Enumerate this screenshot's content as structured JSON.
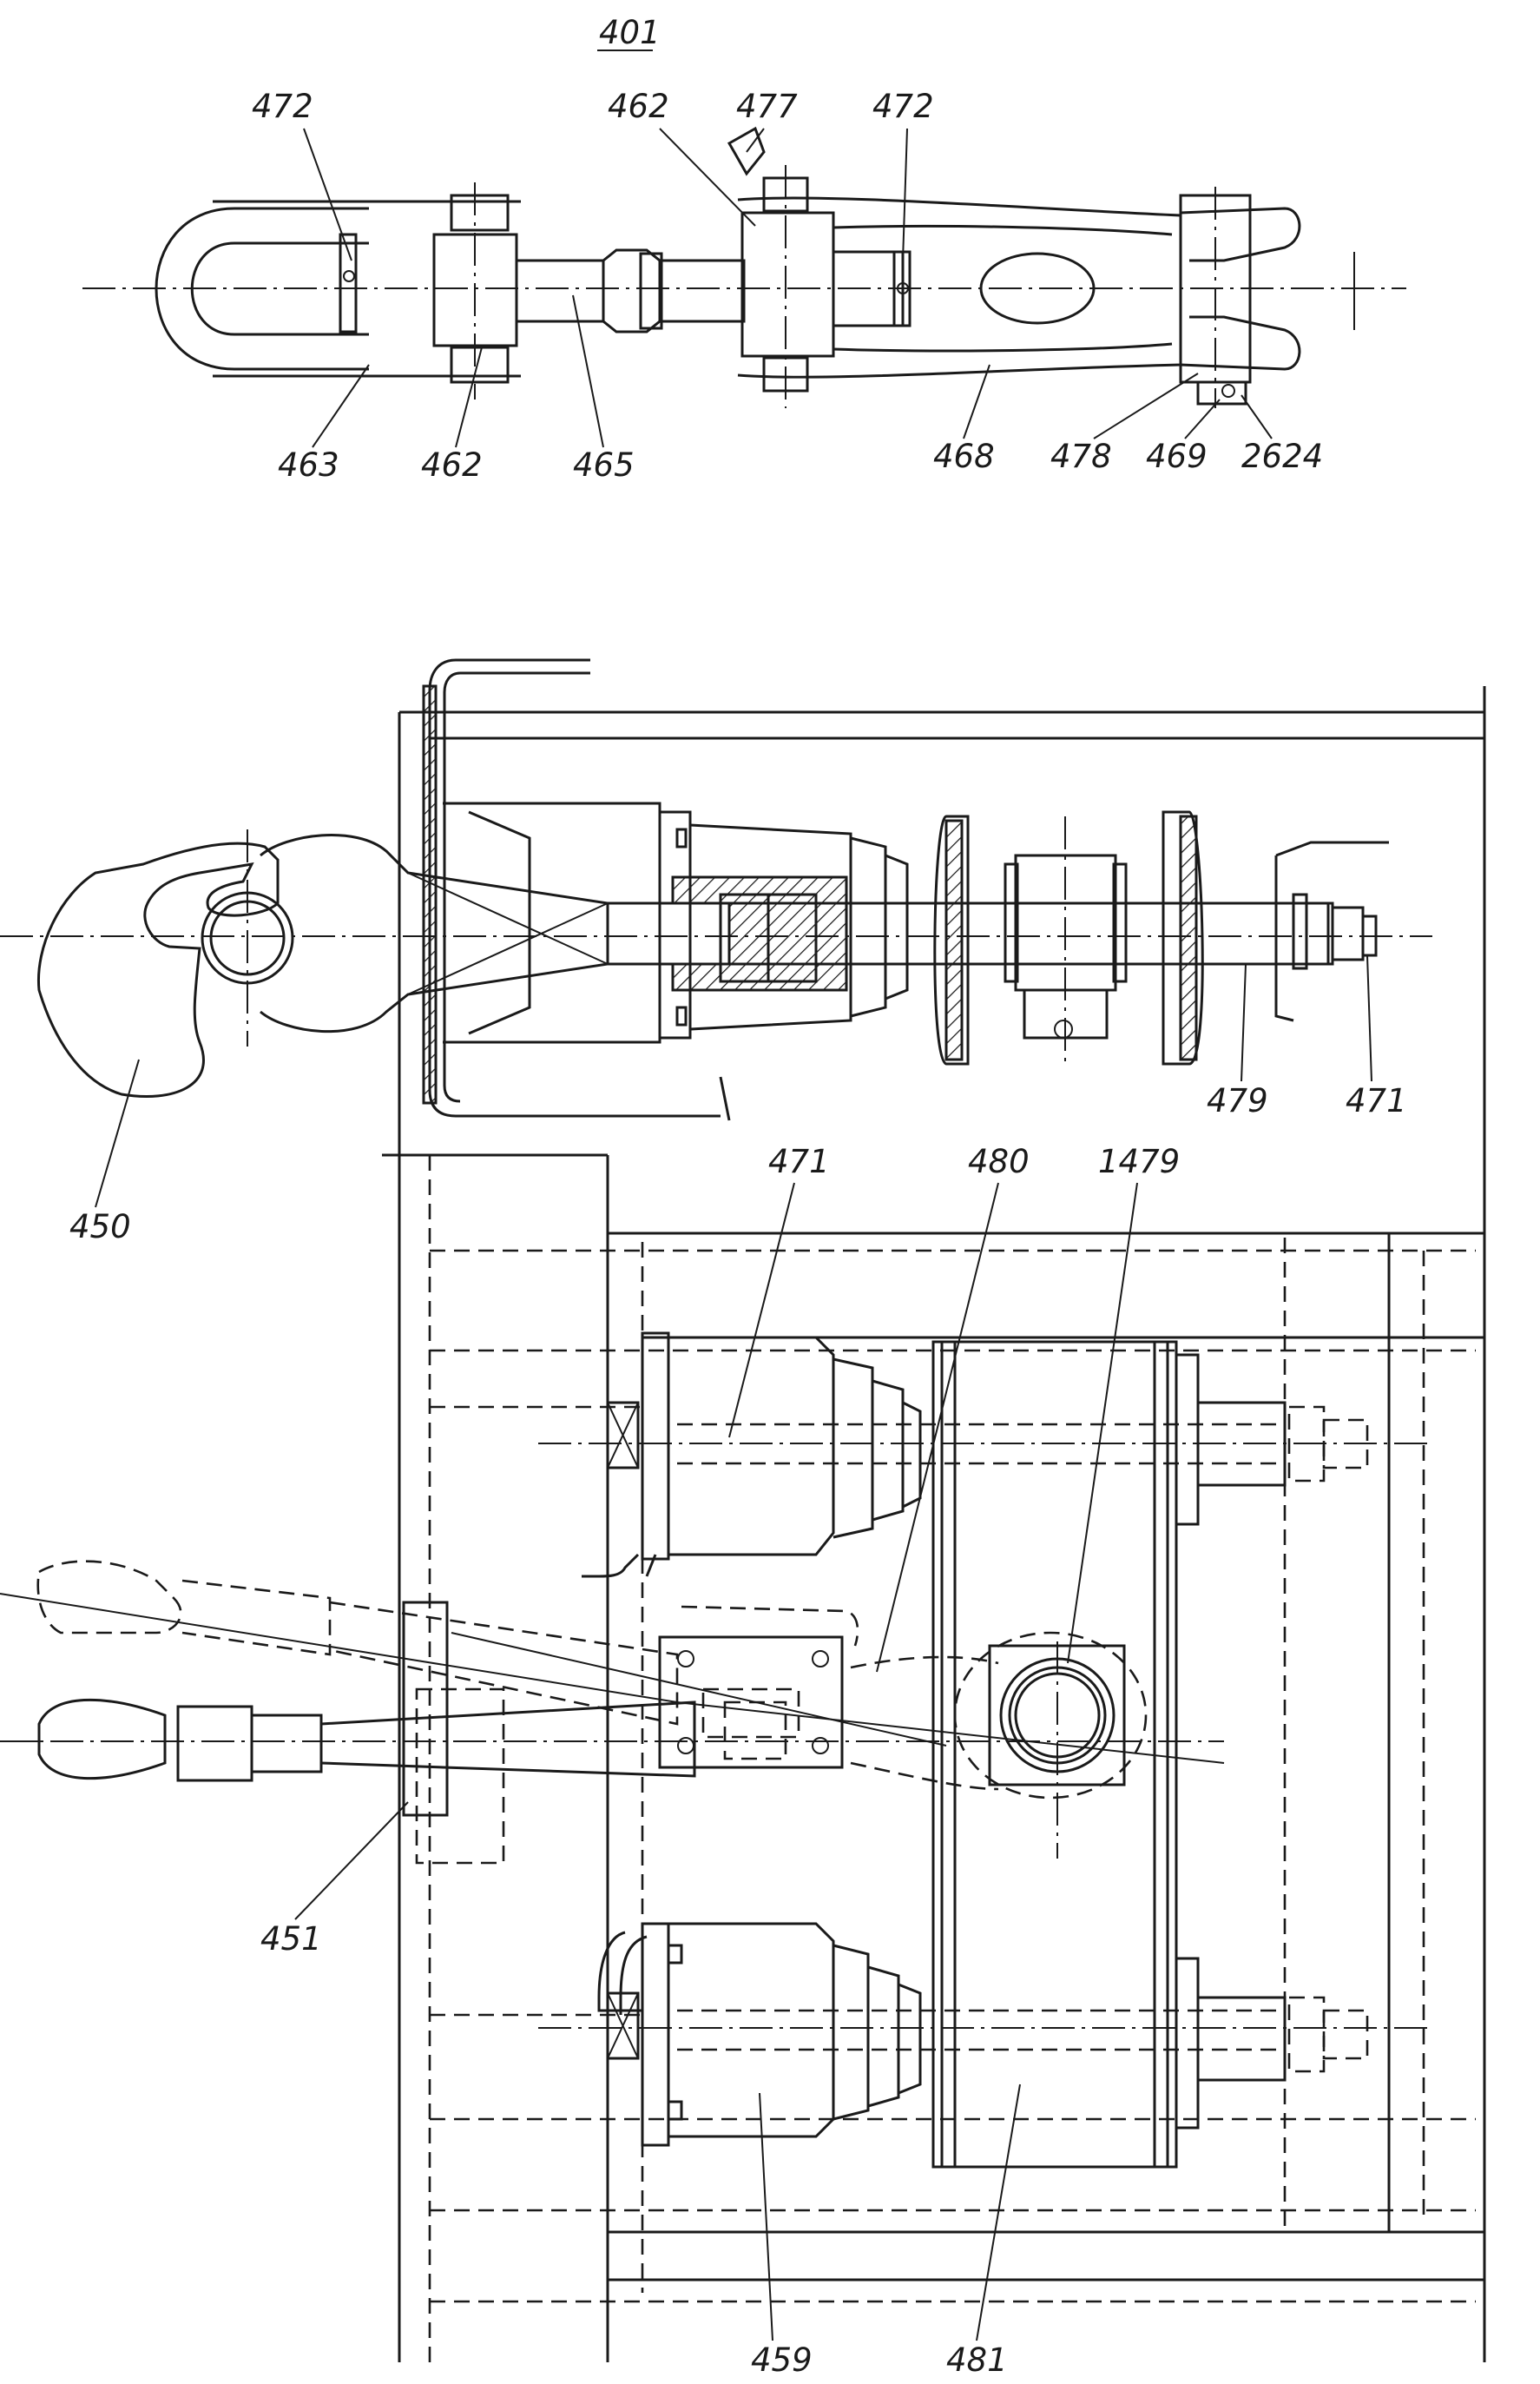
{
  "figure": {
    "number": "401",
    "colors": {
      "ink": "#1a1a1a",
      "paper": "#ffffff"
    }
  },
  "top_view": {
    "labels": {
      "l472a": "472",
      "l462a": "462",
      "l477": "477",
      "l472b": "472",
      "l463": "463",
      "l462b": "462",
      "l465": "465",
      "l468": "468",
      "l478": "478",
      "l469": "469",
      "l2624": "2624"
    }
  },
  "side_view": {
    "labels": {
      "l450": "450",
      "l479": "479",
      "l471": "471"
    }
  },
  "plan_view": {
    "labels": {
      "l471": "471",
      "l480": "480",
      "l1479": "1479",
      "l451": "451",
      "l459": "459",
      "l481": "481"
    }
  }
}
